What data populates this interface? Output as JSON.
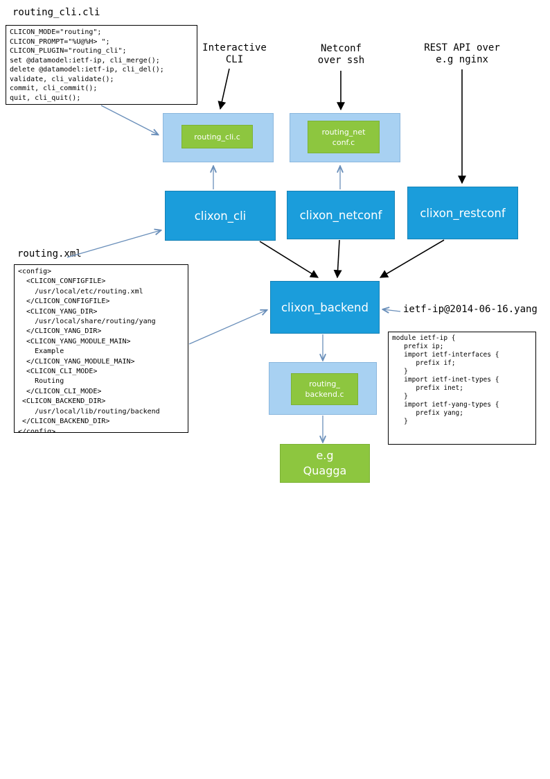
{
  "colors": {
    "box_blue": "#1b9ddb",
    "box_lightblue": "#a8d1f2",
    "box_green": "#8dc63f",
    "arrow_blue": "#6a8fba",
    "arrow_black": "#000000"
  },
  "labels": {
    "routing_cli_file": "routing_cli.cli",
    "interactive_cli": "Interactive\nCLI",
    "netconf_over_ssh": "Netconf\nover ssh",
    "rest_api": "REST API over\ne.g nginx",
    "routing_xml_file": "routing.xml",
    "ietf_yang_file": "ietf-ip@2014-06-16.yang"
  },
  "nodes": {
    "routing_cli_c": "routing_cli.c",
    "routing_netconf_c": "routing_net\nconf.c",
    "clixon_cli": "clixon_cli",
    "clixon_netconf": "clixon_netconf",
    "clixon_restconf": "clixon_restconf",
    "clixon_backend": "clixon_backend",
    "routing_backend_c": "routing_\nbackend.c",
    "quagga": "e.g\nQuagga"
  },
  "code": {
    "routing_cli": "CLICON_MODE=\"routing\";\nCLICON_PROMPT=\"%U@%H> \";\nCLICON_PLUGIN=\"routing_cli\";\nset @datamodel:ietf-ip, cli_merge();\ndelete @datamodel:ietf-ip, cli_del();\nvalidate, cli_validate();\ncommit, cli_commit();\nquit, cli_quit();",
    "routing_xml": "<config>\n  <CLICON_CONFIGFILE>\n    /usr/local/etc/routing.xml\n  </CLICON_CONFIGFILE>\n  <CLICON_YANG_DIR>\n    /usr/local/share/routing/yang\n  </CLICON_YANG_DIR>\n  <CLICON_YANG_MODULE_MAIN>\n    Example\n  </CLICON_YANG_MODULE_MAIN>\n  <CLICON_CLI_MODE>\n    Routing\n  </CLICON_CLI_MODE>\n <CLICON_BACKEND_DIR>\n    /usr/local/lib/routing/backend\n </CLICON_BACKEND_DIR>\n</config>",
    "ietf_yang": "module ietf-ip {\n   prefix ip;\n   import ietf-interfaces {\n      prefix if;\n   }\n   import ietf-inet-types {\n      prefix inet;\n   }\n   import ietf-yang-types {\n      prefix yang;\n   }"
  }
}
